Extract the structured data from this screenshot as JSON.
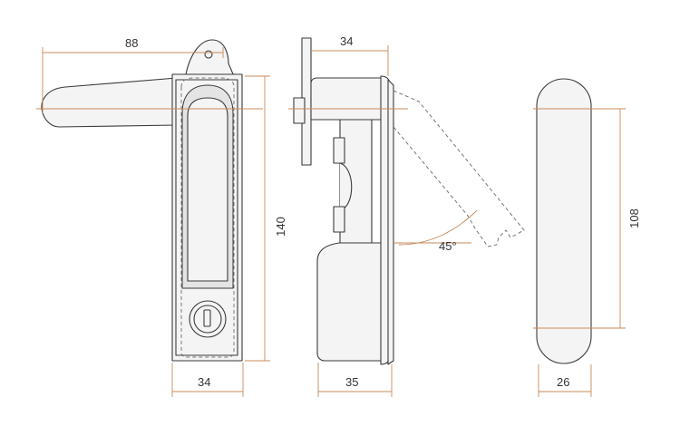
{
  "drawing": {
    "front_view": {
      "width_label": "88",
      "base_width_label": "34",
      "height_label": "140"
    },
    "side_view": {
      "top_label": "34",
      "bottom_label": "35",
      "angle_label": "45°"
    },
    "back_view": {
      "height_label": "108",
      "width_label": "26"
    },
    "colors": {
      "dimension_line": "#c88a5a",
      "outline": "#3a3a3a",
      "text": "#333333"
    }
  }
}
